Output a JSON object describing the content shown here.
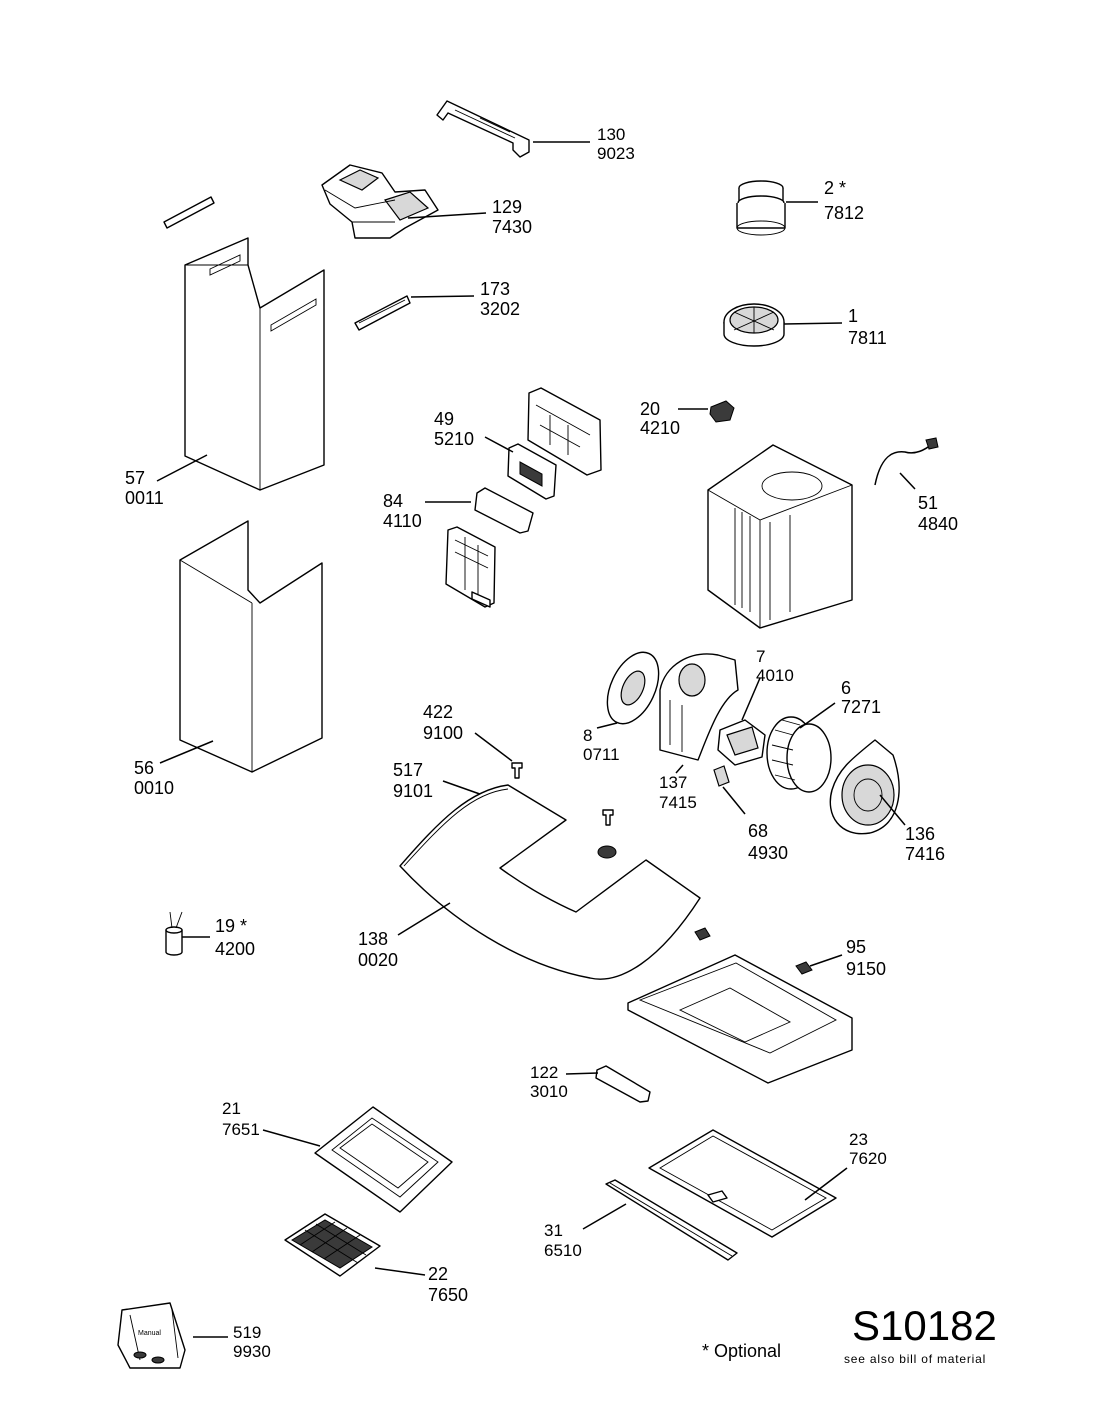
{
  "parts": [
    {
      "id": "p130",
      "number": "130",
      "code": "9023"
    },
    {
      "id": "p129",
      "number": "129",
      "code": "7430"
    },
    {
      "id": "p2",
      "number": "2 *",
      "code": "7812"
    },
    {
      "id": "p173",
      "number": "173",
      "code": "3202"
    },
    {
      "id": "p1",
      "number": "1",
      "code": "7811"
    },
    {
      "id": "p49",
      "number": "49",
      "code": "5210"
    },
    {
      "id": "p20",
      "number": "20",
      "code": "4210"
    },
    {
      "id": "p57",
      "number": "57",
      "code": "0011"
    },
    {
      "id": "p84",
      "number": "84",
      "code": "4110"
    },
    {
      "id": "p51",
      "number": "51",
      "code": "4840"
    },
    {
      "id": "p7",
      "number": "7",
      "code": "4010"
    },
    {
      "id": "p6",
      "number": "6",
      "code": "7271"
    },
    {
      "id": "p422",
      "number": "422",
      "code": "9100"
    },
    {
      "id": "p8",
      "number": "8",
      "code": "0711"
    },
    {
      "id": "p56",
      "number": "56",
      "code": "0010"
    },
    {
      "id": "p517",
      "number": "517",
      "code": "9101"
    },
    {
      "id": "p137",
      "number": "137",
      "code": "7415"
    },
    {
      "id": "p68",
      "number": "68",
      "code": "4930"
    },
    {
      "id": "p136",
      "number": "136",
      "code": "7416"
    },
    {
      "id": "p19",
      "number": "19 *",
      "code": "4200"
    },
    {
      "id": "p138",
      "number": "138",
      "code": "0020"
    },
    {
      "id": "p95",
      "number": "95",
      "code": "9150"
    },
    {
      "id": "p122",
      "number": "122",
      "code": "3010"
    },
    {
      "id": "p21",
      "number": "21",
      "code": "7651"
    },
    {
      "id": "p23",
      "number": "23",
      "code": "7620"
    },
    {
      "id": "p31",
      "number": "31",
      "code": "6510"
    },
    {
      "id": "p22",
      "number": "22",
      "code": "7650"
    },
    {
      "id": "p519",
      "number": "519",
      "code": "9930"
    }
  ],
  "manual_bag_text": "Manual",
  "footer": {
    "optional_note": "* Optional",
    "drawing_code": "S10182",
    "see_also": "see also bill of material"
  }
}
